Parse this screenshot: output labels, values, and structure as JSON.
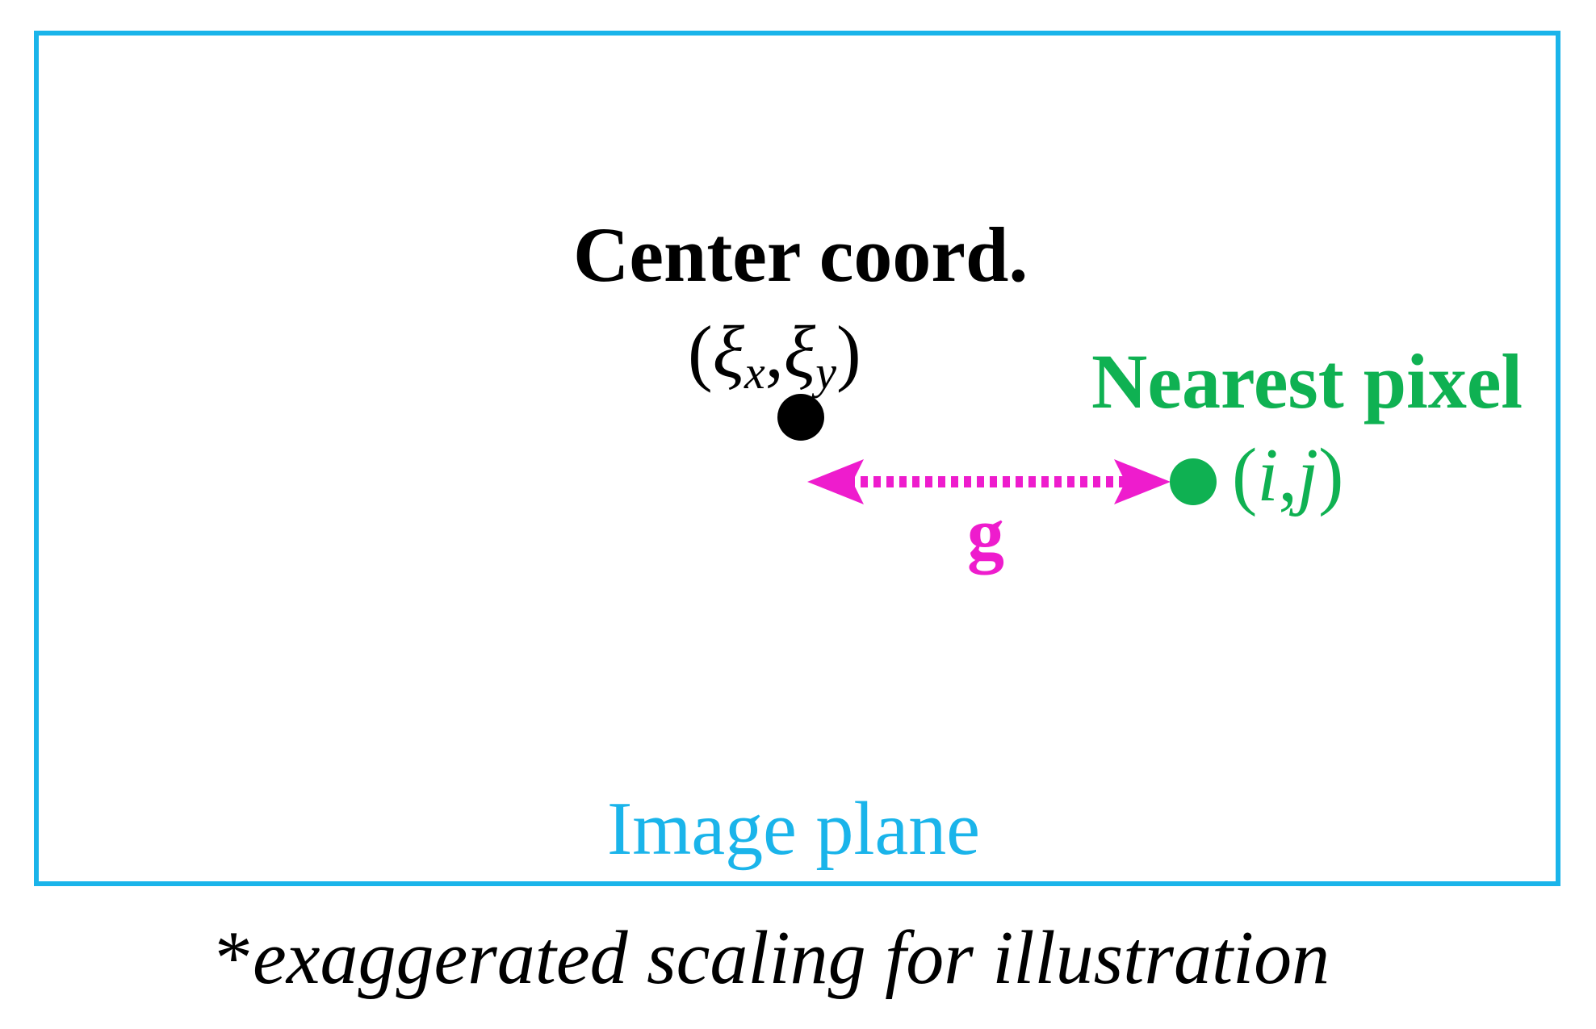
{
  "diagram": {
    "center_label": "Center coord.",
    "center_math": {
      "open": "(",
      "xi1": "ξ",
      "sub1": "x",
      "comma": ",",
      "xi2": "ξ",
      "sub2": "y",
      "close": ")"
    },
    "nearest_label": "Nearest pixel",
    "nearest_math": {
      "open": "(",
      "i": "i",
      "comma": ",",
      "j": "j",
      "close": ")"
    },
    "offset_label": "g",
    "plane_label": "Image plane",
    "footnote_star": "*",
    "footnote_text": "exaggerated scaling for illustration"
  },
  "colors": {
    "plane_border": "#1ab4ea",
    "plane_label": "#1ab4ea",
    "nearest": "#0fb152",
    "offset_arrow": "#ee1ccd",
    "center_point": "#000000"
  }
}
